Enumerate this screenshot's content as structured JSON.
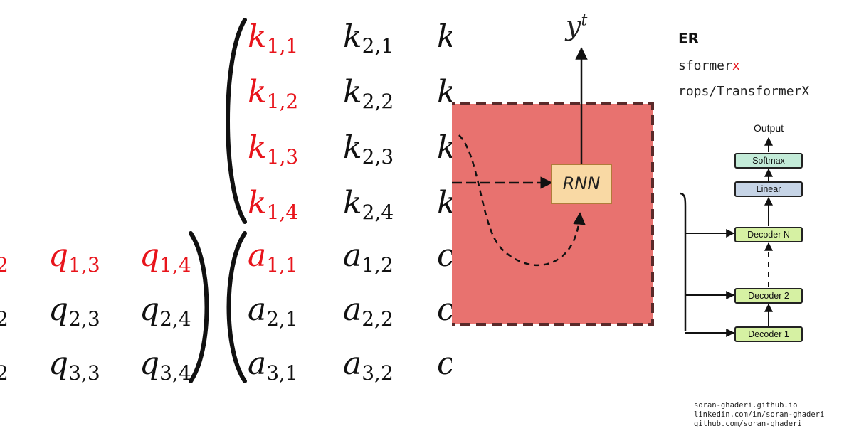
{
  "matrix_panel": {
    "k_column1": [
      {
        "sym": "k",
        "sub": "1,1"
      },
      {
        "sym": "k",
        "sub": "1,2"
      },
      {
        "sym": "k",
        "sub": "1,3"
      },
      {
        "sym": "k",
        "sub": "1,4"
      }
    ],
    "k_column2": [
      {
        "sym": "k",
        "sub": "2,1"
      },
      {
        "sym": "k",
        "sub": "2,2"
      },
      {
        "sym": "k",
        "sub": "2,3"
      },
      {
        "sym": "k",
        "sub": "2,4"
      }
    ],
    "k_column3_partial": [
      "k",
      "k",
      "k",
      "k"
    ],
    "q_row1": [
      {
        "sym": "",
        "sub": "2"
      },
      {
        "sym": "q",
        "sub": "1,3"
      },
      {
        "sym": "q",
        "sub": "1,4"
      }
    ],
    "q_row2": [
      {
        "sym": "",
        "sub": "2"
      },
      {
        "sym": "q",
        "sub": "2,3"
      },
      {
        "sym": "q",
        "sub": "2,4"
      }
    ],
    "q_row3": [
      {
        "sym": "",
        "sub": "2"
      },
      {
        "sym": "q",
        "sub": "3,3"
      },
      {
        "sym": "q",
        "sub": "3,4"
      }
    ],
    "a_column1": [
      {
        "sym": "a",
        "sub": "1,1"
      },
      {
        "sym": "a",
        "sub": "2,1"
      },
      {
        "sym": "a",
        "sub": "3,1"
      }
    ],
    "a_column2": [
      {
        "sym": "a",
        "sub": "1,2"
      },
      {
        "sym": "a",
        "sub": "2,2"
      },
      {
        "sym": "a",
        "sub": "3,2"
      }
    ],
    "a_column3_partial": [
      "c",
      "c",
      "c"
    ]
  },
  "rnn_panel": {
    "output_label": "y",
    "output_superscript": "t",
    "rnn_label": "RNN",
    "colors": {
      "fill": "#e8726f",
      "node": "#f9d9a4",
      "border": "#5a2a2a"
    }
  },
  "right_panel": {
    "title_fragment": "ER",
    "line1_text": "sformer",
    "line1_suffix": "x",
    "line2_text": "rops/TransformerX",
    "diagram": {
      "output": "Output",
      "softmax": "Softmax",
      "linear": "Linear",
      "decoder_n": "Decoder N",
      "decoder_2": "Decoder 2",
      "decoder_1": "Decoder 1"
    },
    "footer": [
      "soran-ghaderi.github.io",
      "linkedin.com/in/soran-ghaderi",
      "github.com/soran-ghaderi"
    ]
  }
}
